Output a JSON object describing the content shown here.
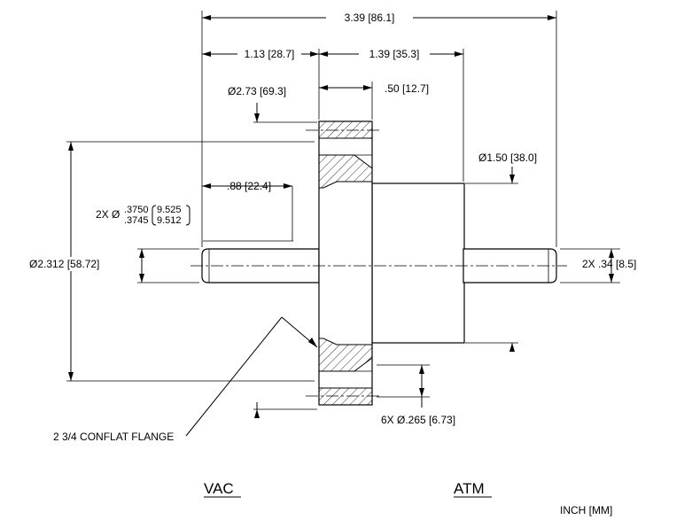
{
  "dimensions": {
    "overall_length": "3.39 [86.1]",
    "vac_length": "1.13 [28.7]",
    "atm_length": "1.39 [35.3]",
    "flange_od": "Ø2.73 [69.3]",
    "flange_thickness": ".50 [12.7]",
    "atm_body_dia": "Ø1.50 [38.0]",
    "vac_pin_length": ".88 [22.4]",
    "pin_dia_prefix": "2X Ø",
    "pin_dia_upper_inch": ".3750",
    "pin_dia_lower_inch": ".3745",
    "pin_dia_upper_mm": "9.525",
    "pin_dia_lower_mm": "9.512",
    "flange_bolt_circle": "Ø2.312 [58.72]",
    "pin_dia_ref": "2X .34 [8.5]",
    "bolt_holes": "6X Ø.265 [6.73]"
  },
  "labels": {
    "flange_callout": "2 3/4 CONFLAT FLANGE",
    "vac_side": "VAC",
    "atm_side": "ATM",
    "units": "INCH [MM]"
  },
  "icons": {
    "arrowheads": "dimension-arrow-icon",
    "leader": "leader-line-icon"
  }
}
